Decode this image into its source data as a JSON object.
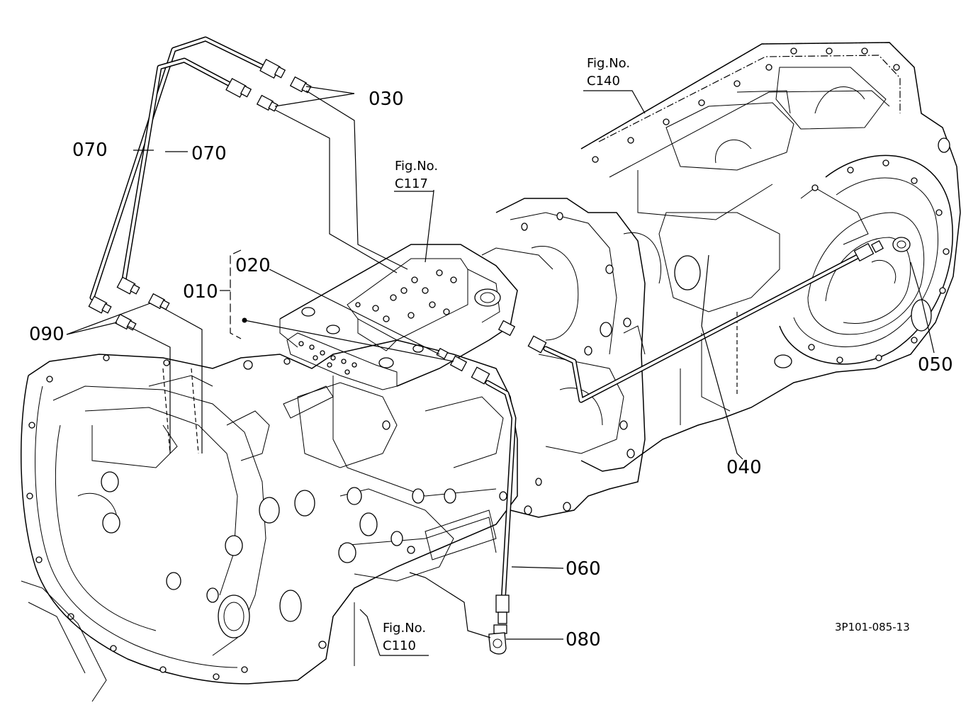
{
  "labels": {
    "p010": "010",
    "p020": "020",
    "p030": "030",
    "p040": "040",
    "p050": "050",
    "p060": "060",
    "p070a": "070",
    "p070b": "070",
    "p080": "080",
    "p090": "090"
  },
  "figrefs": {
    "c140": {
      "line1": "Fig.No.",
      "line2": "C140"
    },
    "c117": {
      "line1": "Fig.No.",
      "line2": "C117"
    },
    "c110": {
      "line1": "Fig.No.",
      "line2": "C110"
    }
  },
  "drawing_code": "3P101-085-13"
}
